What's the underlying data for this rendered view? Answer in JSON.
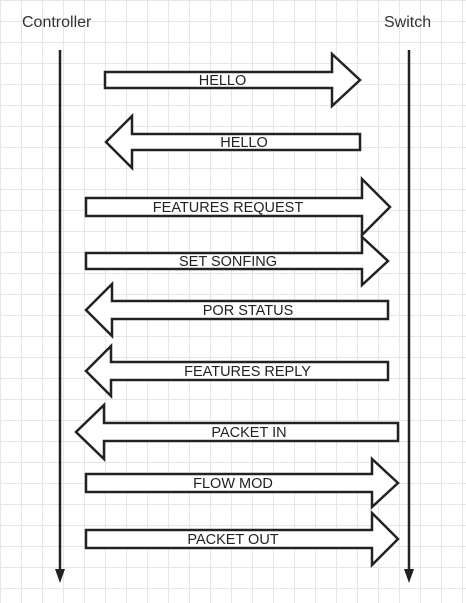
{
  "lanes": {
    "left": "Controller",
    "right": "Switch"
  },
  "messages": [
    {
      "label": "HELLO",
      "direction": "right"
    },
    {
      "label": "HELLO",
      "direction": "left"
    },
    {
      "label": "FEATURES REQUEST",
      "direction": "right"
    },
    {
      "label": "SET SONFING",
      "direction": "right"
    },
    {
      "label": "POR STATUS",
      "direction": "left"
    },
    {
      "label": "FEATURES REPLY",
      "direction": "left"
    },
    {
      "label": "PACKET IN",
      "direction": "left"
    },
    {
      "label": "FLOW MOD",
      "direction": "right"
    },
    {
      "label": "PACKET OUT",
      "direction": "right"
    }
  ],
  "colors": {
    "stroke": "#222222",
    "arrow_fill": "#ffffff",
    "grid": "#e6e6e6"
  }
}
